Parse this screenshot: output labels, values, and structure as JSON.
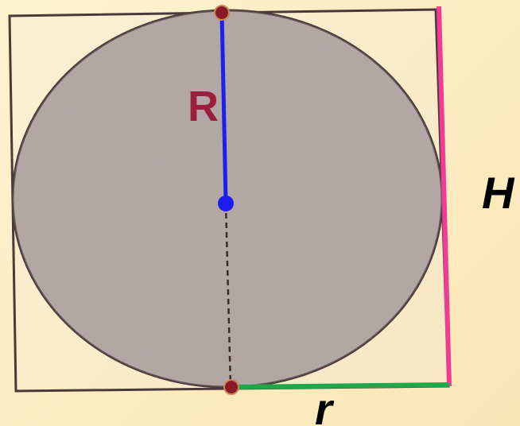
{
  "labels": {
    "sphere_radius": "R",
    "height": "H",
    "base_radius": "r"
  },
  "colors": {
    "sphere_fill": "#b3a6a4",
    "outline": "#4a3a3a",
    "sphere_radius_line": "#1e1ef0",
    "height_line": "#f03c96",
    "base_radius_line": "#1fa84a",
    "point_marker": "#8a1a2a",
    "sphere_radius_label": "#9a1f3c",
    "height_label": "#000000",
    "base_radius_label": "#000000"
  }
}
